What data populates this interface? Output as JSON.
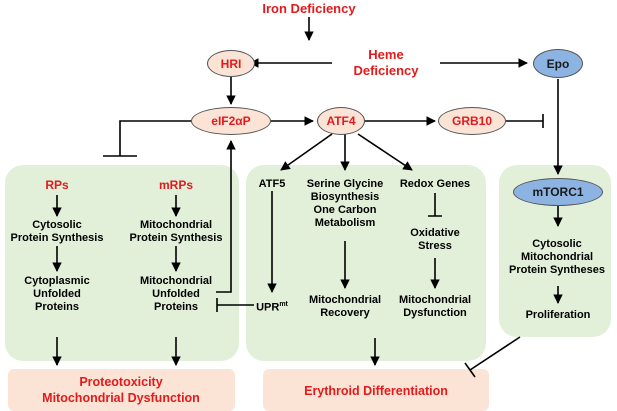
{
  "nodes": {
    "iron_deficiency": "Iron Deficiency",
    "heme_deficiency": "Heme\nDeficiency",
    "hri": "HRI",
    "epo": "Epo",
    "eif2ap": "eIF2αP",
    "atf4": "ATF4",
    "grb10": "GRB10",
    "mtorc1": "mTORC1"
  },
  "left_panel": {
    "rps": "RPs",
    "mrps": "mRPs",
    "cyto_protein_synthesis": "Cytosolic\nProtein Synthesis",
    "mito_protein_synthesis": "Mitochondrial\nProtein Synthesis",
    "cyto_unfolded": "Cytoplasmic\nUnfolded\nProteins",
    "mito_unfolded": "Mitochondrial\nUnfolded\nProteins"
  },
  "middle_panel": {
    "atf5": "ATF5",
    "upr": "UPR",
    "upr_sup": "mt",
    "serine": "Serine Glycine\nBiosynthesis\nOne Carbon\nMetabolism",
    "mito_recovery": "Mitochondrial\nRecovery",
    "redox": "Redox Genes",
    "oxidative_stress": "Oxidative\nStress",
    "mito_dysfunction": "Mitochondrial\nDysfunction"
  },
  "right_panel": {
    "cyto_mito_synth": "Cytosolic\nMitochondrial\nProtein Syntheses",
    "proliferation": "Proliferation"
  },
  "outcomes": {
    "proteotoxicity": "Proteotoxicity\nMitochondrial Dysfunction",
    "erythroid": "Erythroid Differentiation"
  },
  "colors": {
    "panel_green": "#e2efd9",
    "outcome_peach": "#fbe4d5",
    "node_red_text": "#e31a1c",
    "mtorc1_blue": "#8db3e2"
  }
}
